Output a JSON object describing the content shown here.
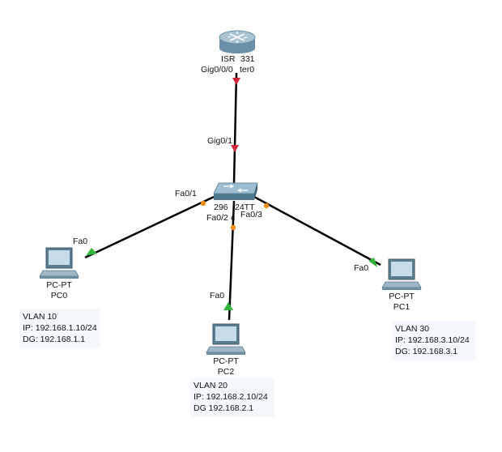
{
  "router": {
    "label_parts": [
      "ISR",
      "331"
    ],
    "label_suffix": "ter0",
    "iface_down": "Gig0/0/0"
  },
  "switch": {
    "label_parts": [
      "296",
      "24TT"
    ],
    "label_suffix": "c",
    "iface_up": "Gig0/1",
    "ports": {
      "pc0": "Fa0/1",
      "pc2": "Fa0/2",
      "pc1": "Fa0/3"
    }
  },
  "pcs": {
    "pc0": {
      "type": "PC-PT",
      "name": "PC0",
      "iface": "Fa0"
    },
    "pc1": {
      "type": "PC-PT",
      "name": "PC1",
      "iface": "Fa0"
    },
    "pc2": {
      "type": "PC-PT",
      "name": "PC2",
      "iface": "Fa0"
    }
  },
  "notes": {
    "pc0": [
      "VLAN 10",
      "IP: 192.168.1.10/24",
      "DG: 192.168.1.1"
    ],
    "pc1": [
      "VLAN 30",
      "IP: 192.168.3.10/24",
      "DG: 192.168.3.1"
    ],
    "pc2": [
      "VLAN 20",
      "IP: 192.168.2.10/24",
      "DG 192.168.2.1"
    ]
  },
  "colors": {
    "link": "#000000",
    "link_down_marker": "#d0243a",
    "port_amber": "#f08c14",
    "port_green": "#2fb53a"
  }
}
